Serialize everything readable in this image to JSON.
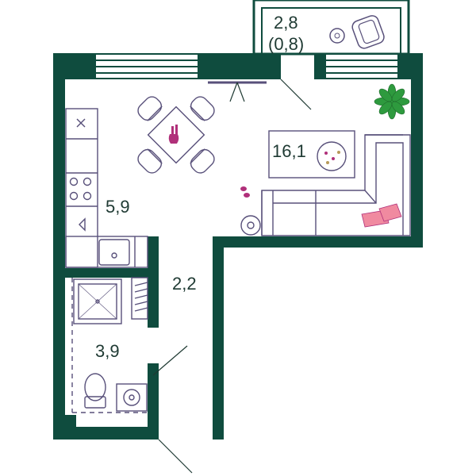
{
  "plan": {
    "colors": {
      "wall": "#0f4c3e",
      "line": "#58507a",
      "accent": "#b0307a",
      "pillow": "#f08aa0",
      "plant": "#2e9a3e",
      "label": "#1f3a33"
    },
    "rooms": [
      {
        "id": "balcony",
        "area": "2,8",
        "sub_area": "(0,8)"
      },
      {
        "id": "living",
        "area": "16,1"
      },
      {
        "id": "kitchen",
        "area": "5,9"
      },
      {
        "id": "hallway",
        "area": "2,2"
      },
      {
        "id": "bathroom",
        "area": "3,9"
      }
    ]
  }
}
